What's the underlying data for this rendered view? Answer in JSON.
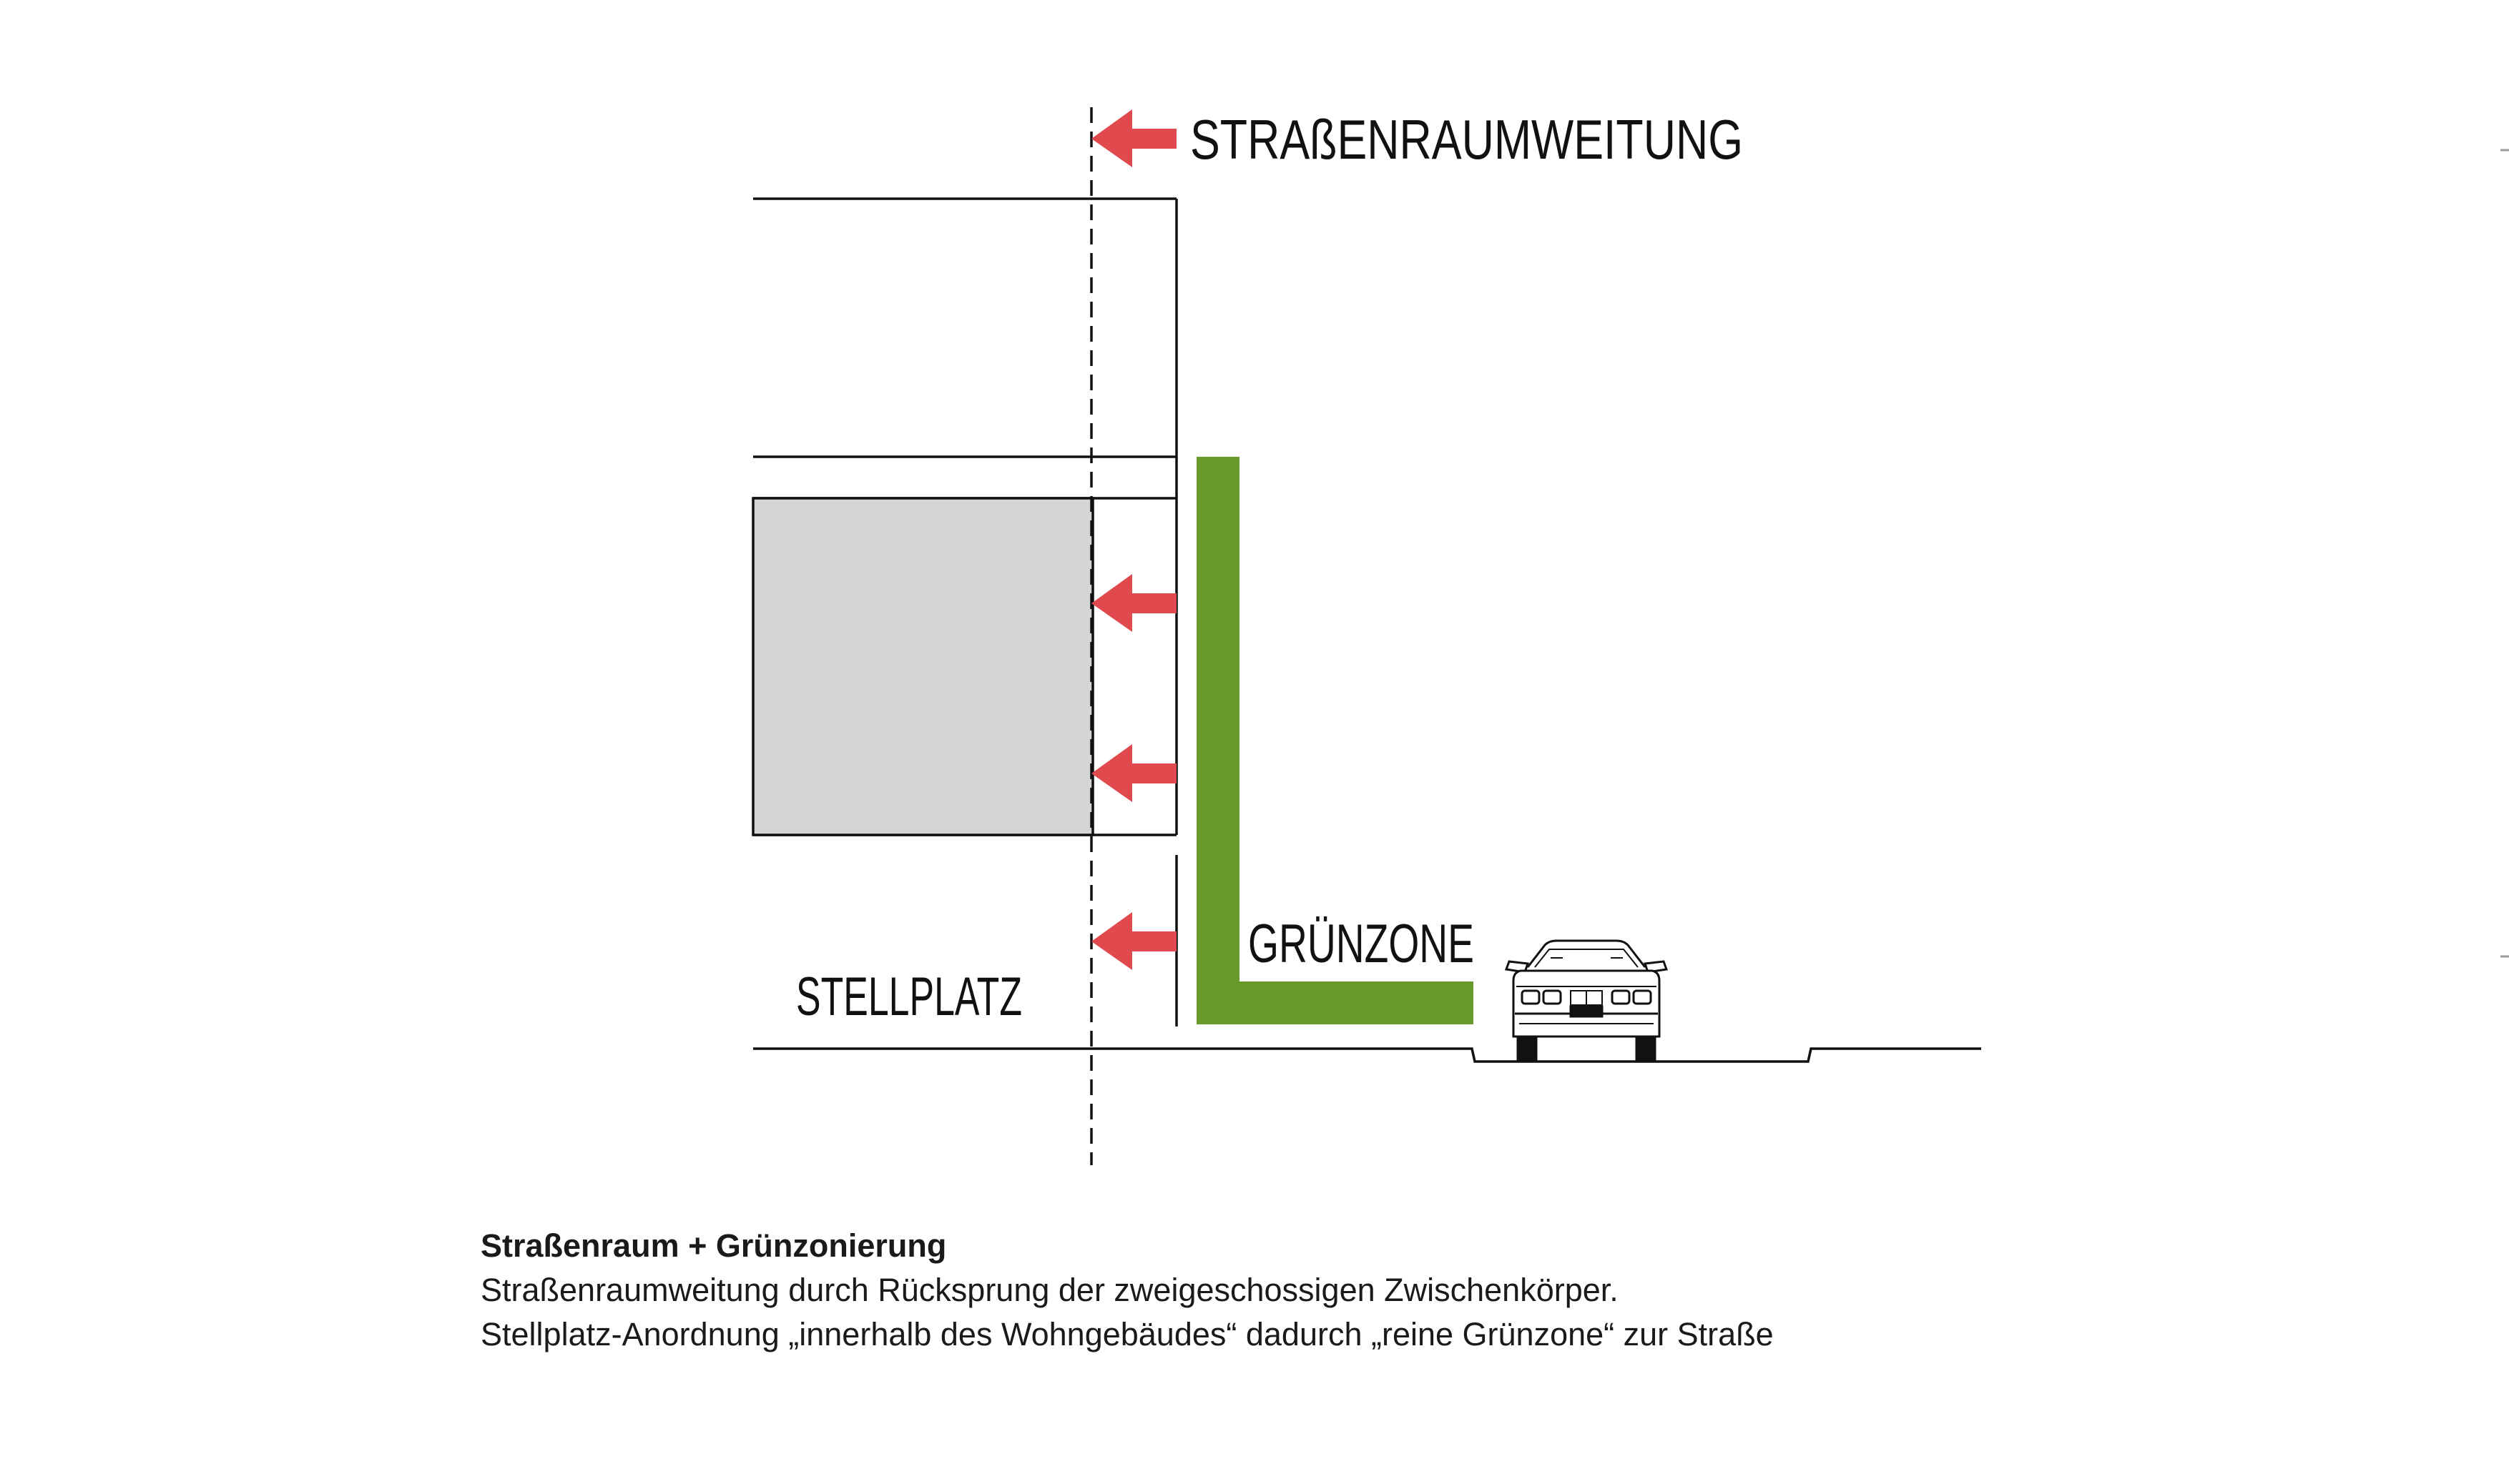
{
  "labels": {
    "top": "STRAßENRAUMWEITUNG",
    "green": "GRÜNZONE",
    "parking": "STELLPLATZ"
  },
  "caption": {
    "title": "Straßenraum + Grünzonierung",
    "line1": "Straßenraumweitung durch Rücksprung der zweigeschossigen Zwischenkörper.",
    "line2": "Stellplatz-Anordnung „innerhalb des Wohngebäudes“ dadurch „reine Grünzone“ zur Straße"
  },
  "colors": {
    "arrow": "#e04a4f",
    "green_zone": "#68992b",
    "parking_fill": "#d4d4d4",
    "line": "#111111"
  },
  "icons": {
    "vehicle": "car-front-icon",
    "arrow": "arrow-left-icon"
  }
}
